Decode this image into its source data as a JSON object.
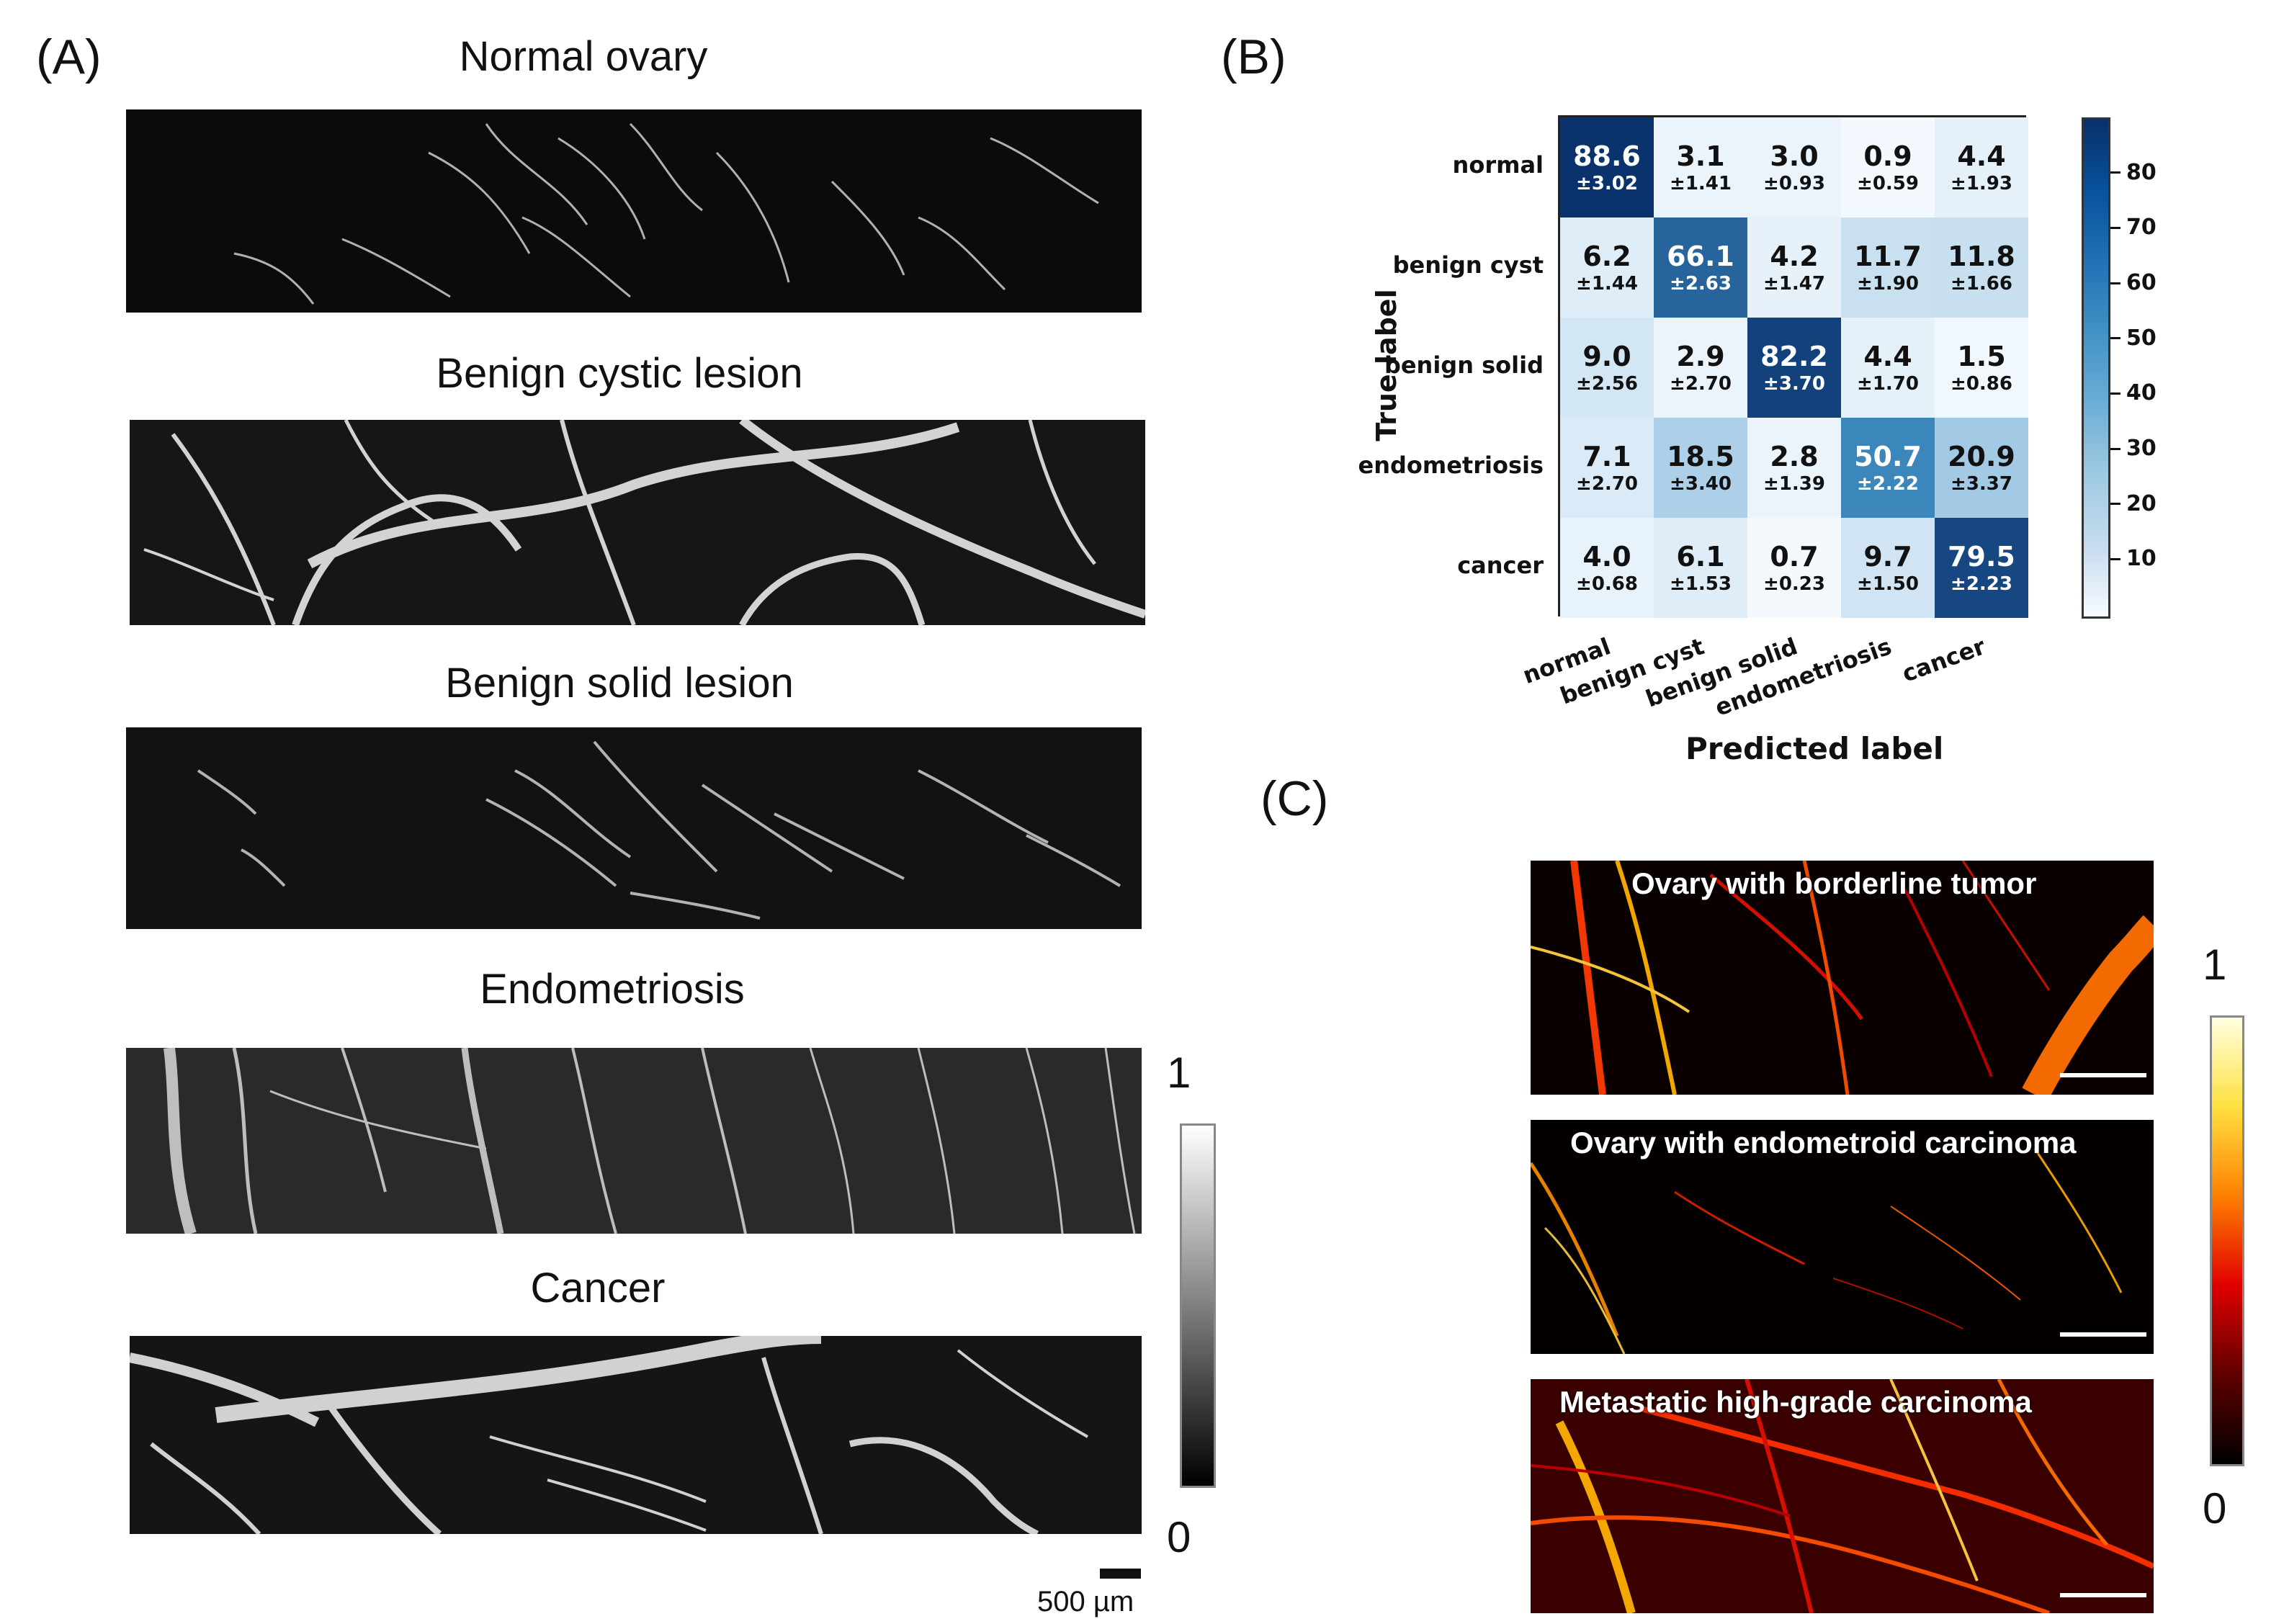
{
  "panel_a": {
    "label": "(A)",
    "images": [
      {
        "title": "Normal ovary"
      },
      {
        "title": "Benign cystic lesion"
      },
      {
        "title": "Benign solid  lesion"
      },
      {
        "title": "Endometriosis"
      },
      {
        "title": "Cancer"
      }
    ],
    "colorbar": {
      "max": "1",
      "min": "0"
    },
    "scalebar": "500 µm"
  },
  "panel_b": {
    "label": "(B)",
    "chart_data": {
      "type": "heatmap",
      "xlabel": "Predicted label",
      "ylabel": "True label",
      "row_labels": [
        "normal",
        "benign cyst",
        "benign solid",
        "endometriosis",
        "cancer"
      ],
      "col_labels": [
        "normal",
        "benign cyst",
        "benign solid",
        "endometriosis",
        "cancer"
      ],
      "values": [
        [
          88.6,
          3.1,
          3.0,
          0.9,
          4.4
        ],
        [
          6.2,
          66.1,
          4.2,
          11.7,
          11.8
        ],
        [
          9.0,
          2.9,
          82.2,
          4.4,
          1.5
        ],
        [
          7.1,
          18.5,
          2.8,
          50.7,
          20.9
        ],
        [
          4.0,
          6.1,
          0.7,
          9.7,
          79.5
        ]
      ],
      "values_text": [
        [
          "88.6",
          "3.1",
          "3.0",
          "0.9",
          "4.4"
        ],
        [
          "6.2",
          "66.1",
          "4.2",
          "11.7",
          "11.8"
        ],
        [
          "9.0",
          "2.9",
          "82.2",
          "4.4",
          "1.5"
        ],
        [
          "7.1",
          "18.5",
          "2.8",
          "50.7",
          "20.9"
        ],
        [
          "4.0",
          "6.1",
          "0.7",
          "9.7",
          "79.5"
        ]
      ],
      "std_text": [
        [
          "±3.02",
          "±1.41",
          "±0.93",
          "±0.59",
          "±1.93"
        ],
        [
          "±1.44",
          "±2.63",
          "±1.47",
          "±1.90",
          "±1.66"
        ],
        [
          "±2.56",
          "±2.70",
          "±3.70",
          "±1.70",
          "±0.86"
        ],
        [
          "±2.70",
          "±3.40",
          "±1.39",
          "±2.22",
          "±3.37"
        ],
        [
          "±0.68",
          "±1.53",
          "±0.23",
          "±1.50",
          "±2.23"
        ]
      ],
      "colorbar_ticks": [
        "80",
        "70",
        "60",
        "50",
        "40",
        "30",
        "20",
        "10"
      ],
      "colorbar_range": [
        0,
        90
      ],
      "colors": {
        "low": "#f7fbff",
        "mid": "#4292c6",
        "high": "#08306b"
      }
    }
  },
  "panel_c": {
    "label": "(C)",
    "images": [
      {
        "title": "Ovary with borderline tumor"
      },
      {
        "title": "Ovary with endometroid carcinoma"
      },
      {
        "title": "Metastatic high-grade carcinoma"
      }
    ],
    "colorbar": {
      "max": "1",
      "min": "0"
    }
  }
}
